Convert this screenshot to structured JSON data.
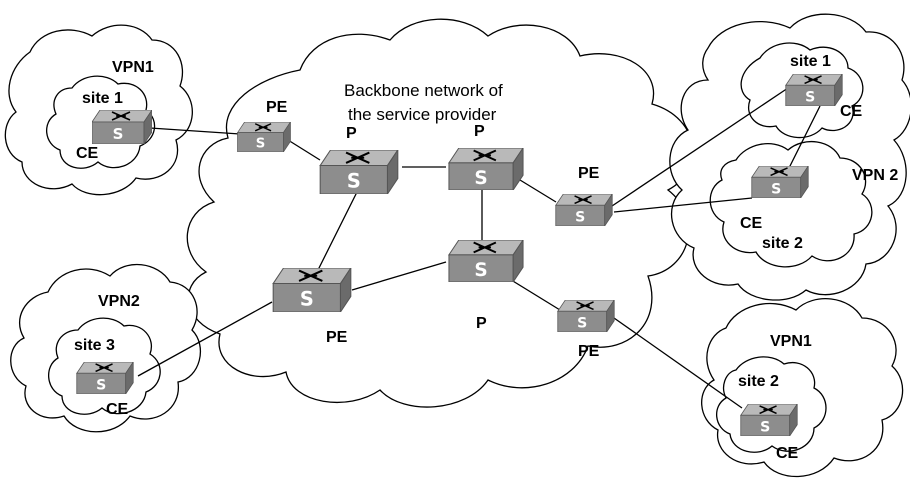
{
  "backbone": {
    "title_line1": "Backbone network of",
    "title_line2": "the service provider"
  },
  "clouds": {
    "vpn1_left": {
      "label": "VPN1",
      "site": "site 1",
      "ce": "CE"
    },
    "vpn2_left": {
      "label": "VPN2",
      "site": "site 3",
      "ce": "CE"
    },
    "right_top": {
      "vpn_label": "VPN 2",
      "site1": "site 1",
      "ce1": "CE",
      "site2": "site 2",
      "ce2": "CE"
    },
    "vpn1_right": {
      "label": "VPN1",
      "site": "site 2",
      "ce": "CE"
    }
  },
  "devices": {
    "pe_top_left": "PE",
    "p_left": "P",
    "p_right": "P",
    "pe_right_top": "PE",
    "pe_bottom_left": "PE",
    "p_bottom": "P",
    "pe_right_bottom": "PE"
  },
  "icon": {
    "glyph": "S",
    "name": "switch-icon"
  }
}
